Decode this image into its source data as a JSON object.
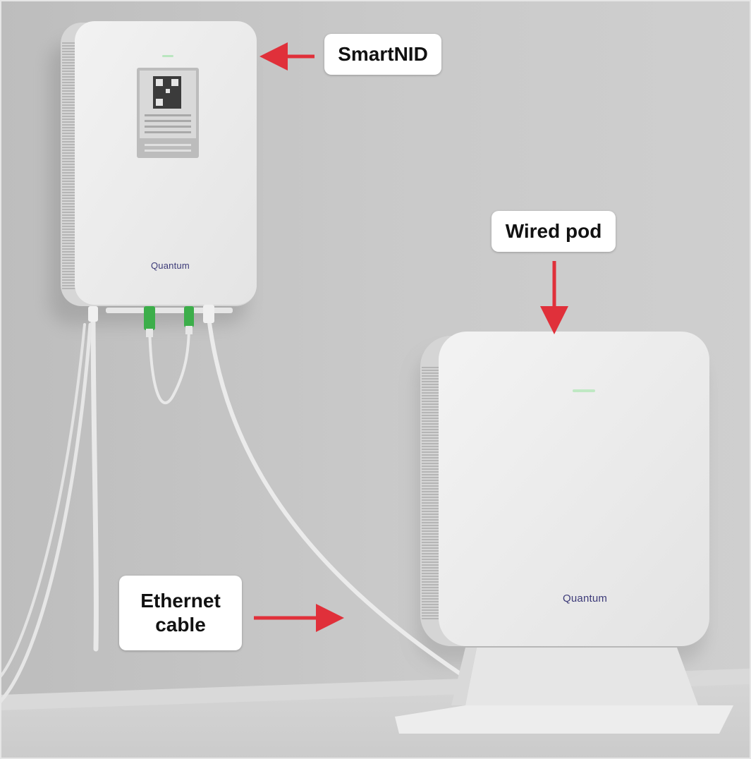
{
  "callouts": {
    "smartnid": "SmartNID",
    "wired_pod": "Wired pod",
    "ethernet_cable": "Ethernet\ncable"
  },
  "devices": {
    "smartnid_brand": "Quantum",
    "pod_brand": "Quantum"
  },
  "colors": {
    "wall": "#c9c9c9",
    "device": "#ececec",
    "arrow": "#e0303a",
    "fiber_connector": "#3cae4a",
    "brand_text": "#3c3a78"
  }
}
